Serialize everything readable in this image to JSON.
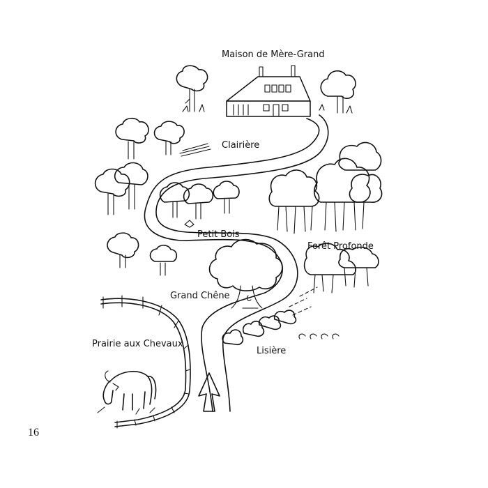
{
  "page_number": "16",
  "places": {
    "maison": "Maison de Mère-Grand",
    "clairiere": "Clairière",
    "petit_bois": "Petit Bois",
    "foret_profonde": "Forêt Profonde",
    "grand_chene": "Grand Chêne",
    "prairie": "Prairie aux Chevaux",
    "lisiere": "Lisière"
  },
  "icons": {
    "house": "house-icon",
    "horse": "horse-icon",
    "arrow": "north-arrow-icon",
    "tree": "tree-icon",
    "fence": "fence-icon"
  },
  "colors": {
    "ink": "#111111",
    "paper": "#ffffff"
  }
}
